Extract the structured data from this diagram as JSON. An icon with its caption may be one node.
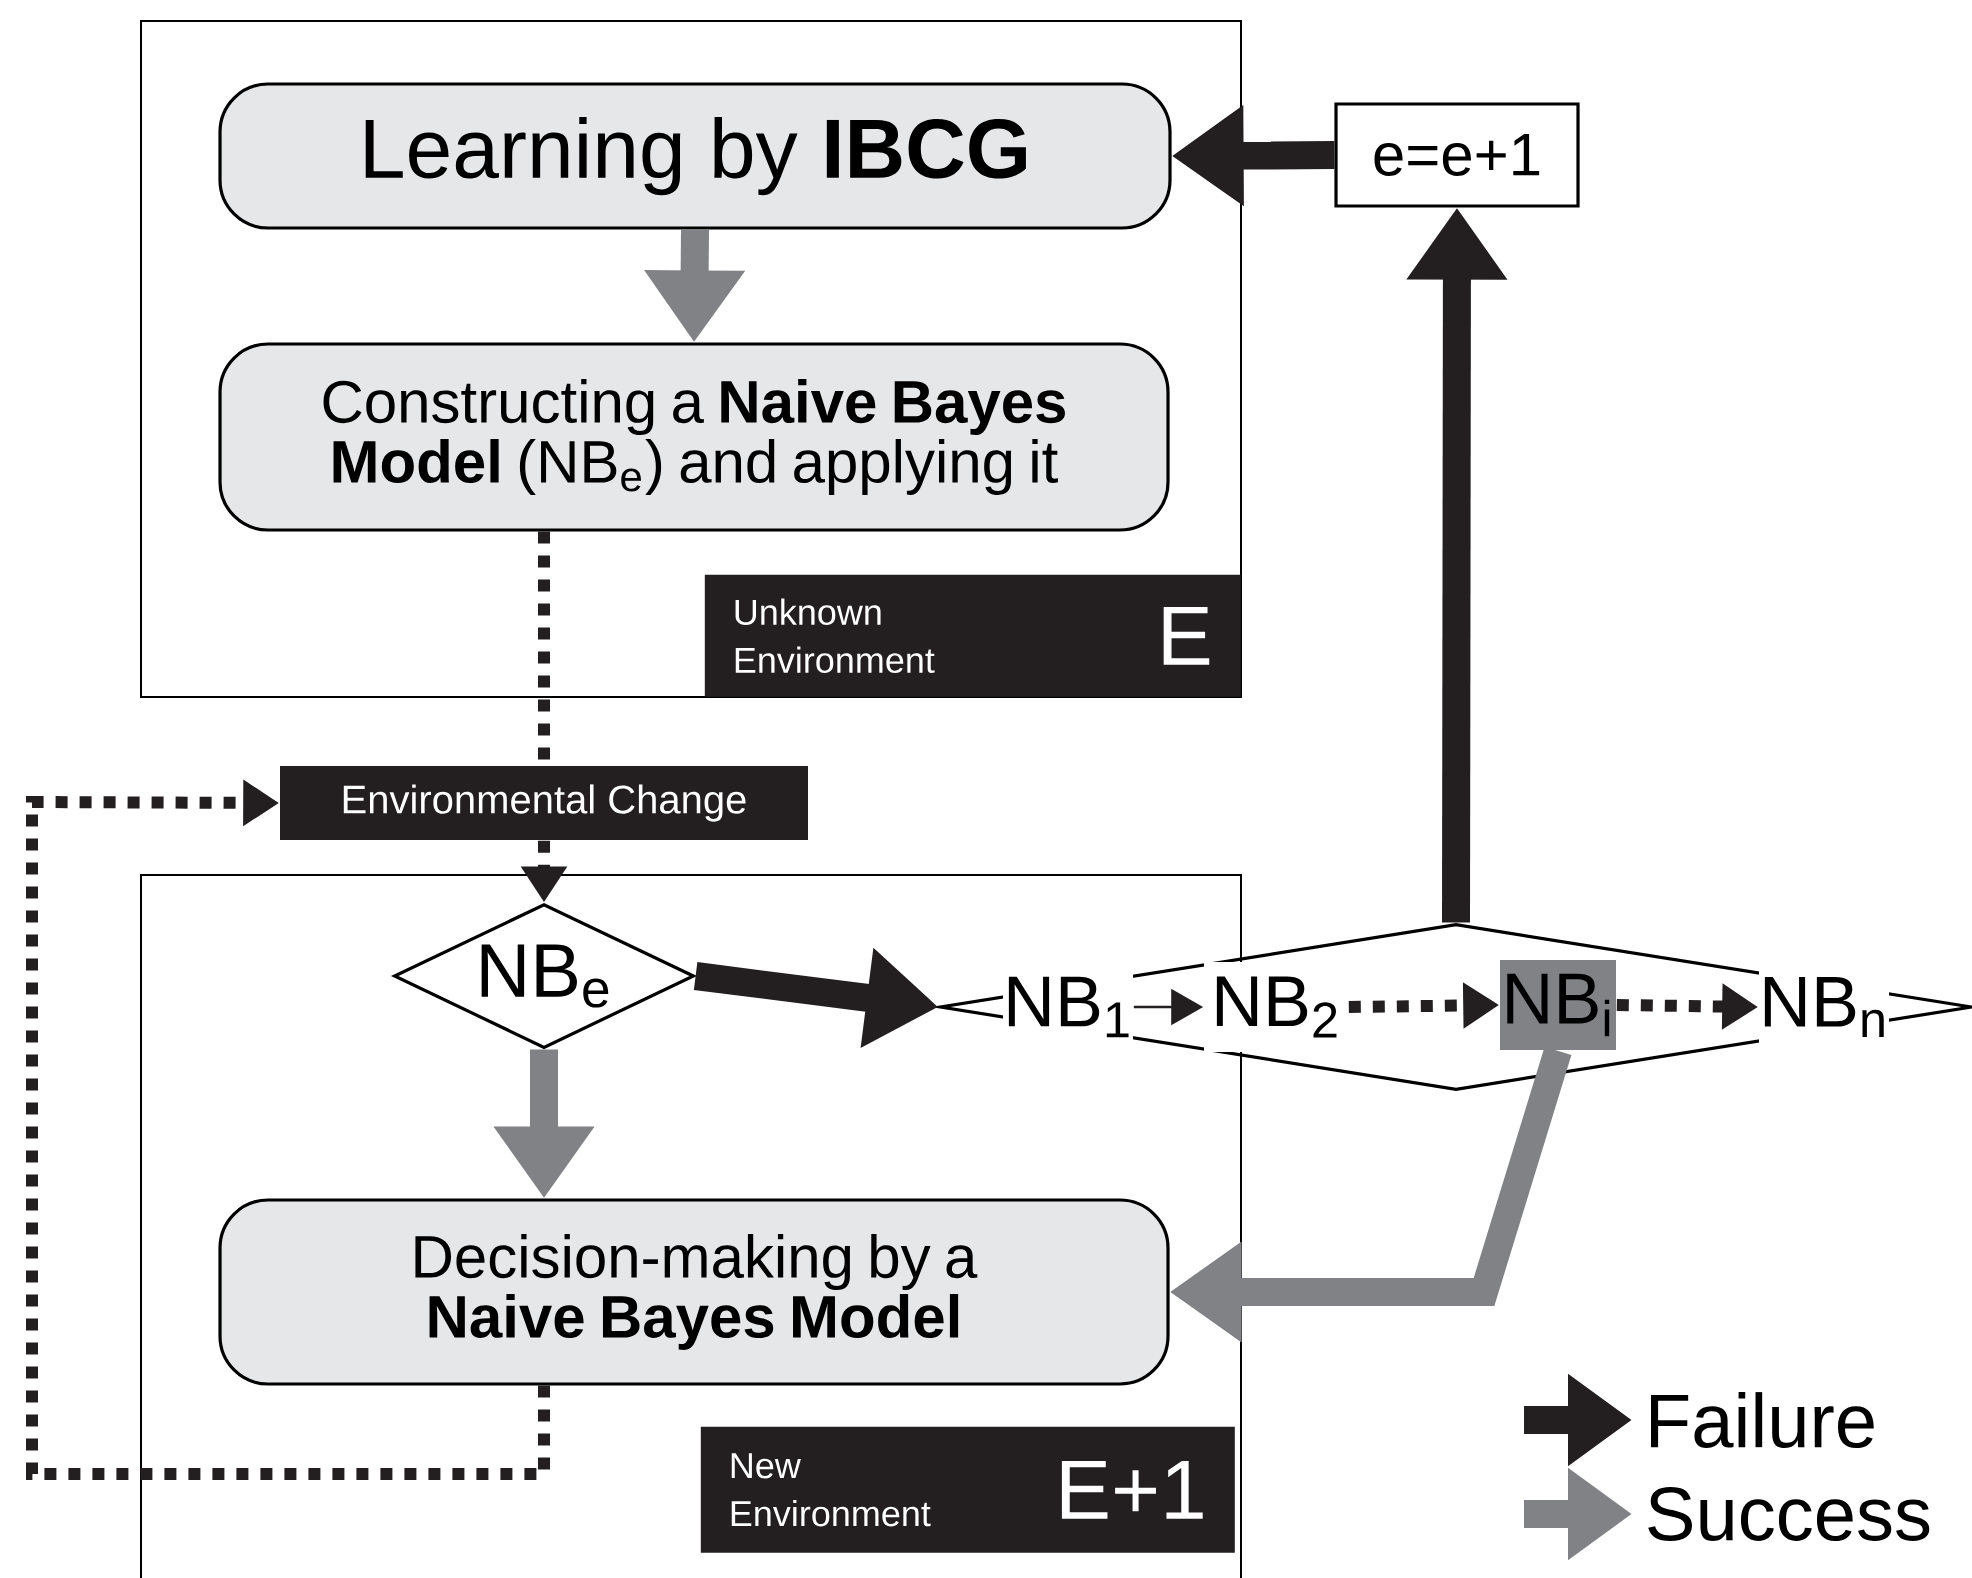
{
  "diagram": {
    "nodes": [
      {
        "text": [
          "Unknown Environment",
          "E"
        ]
      },
      {
        "text": [
          "Learning by **IBCG**"
        ],
        "in": 0
      },
      {
        "text": [
          "Constructing a **Naive Bayes Model** (NB$_{e}$) and applying it"
        ],
        "in": 0
      },
      {
        "text": [
          "e=e+1"
        ]
      },
      {
        "text": [
          "Environmental Change"
        ]
      },
      {
        "text": [
          "New Environment",
          "E+1"
        ]
      },
      {
        "text": [
          "NB$_{e}$"
        ],
        "in": 5
      },
      {
        "text": [
          "Decision-making by a **Naive Bayes Model**"
        ],
        "in": 5
      },
      {
        "text": [],
        "shape": "diamond"
      },
      {
        "text": [
          "NB$_{1}$"
        ]
      },
      {
        "text": [
          "NB$_{2}$"
        ],
        "in": 8
      },
      {
        "text": [
          "NB$_{i}$"
        ],
        "in": 8
      },
      {
        "text": [
          "NB$_{n}$"
        ],
        "in": 8
      }
    ],
    "edges": [
      {
        "from": 1,
        "to": 2,
        "arrow": "to",
        "style": "thick",
        "color": "#808285"
      },
      {
        "from": 3,
        "to": 1,
        "arrow": "to",
        "style": "thick"
      },
      {
        "from": 8,
        "to": 3,
        "arrow": "to",
        "style": "thick"
      },
      {
        "from": 6,
        "to": 8,
        "arrow": "to",
        "style": "thick"
      },
      {
        "from": 6,
        "to": 7,
        "arrow": "to",
        "style": "thick",
        "color": "#808285"
      },
      {
        "from": 11,
        "to": 7,
        "arrow": "to",
        "style": "thick",
        "color": "#808285"
      },
      {
        "from": 2,
        "to": 4,
        "arrow": "none",
        "style": "dashed"
      },
      {
        "from": 4,
        "to": 6,
        "arrow": "to",
        "style": "dashed"
      },
      {
        "from": 7,
        "to": 4,
        "arrow": "to",
        "style": "dashed"
      },
      {
        "from": 9,
        "to": 10,
        "arrow": "to"
      },
      {
        "from": 10,
        "to": 11,
        "arrow": "to",
        "style": "dashed"
      },
      {
        "from": 11,
        "to": 12,
        "arrow": "to",
        "style": "dashed"
      }
    ],
    "legend": [
      {
        "text": "Failure"
      },
      {
        "text": "Success"
      }
    ]
  }
}
